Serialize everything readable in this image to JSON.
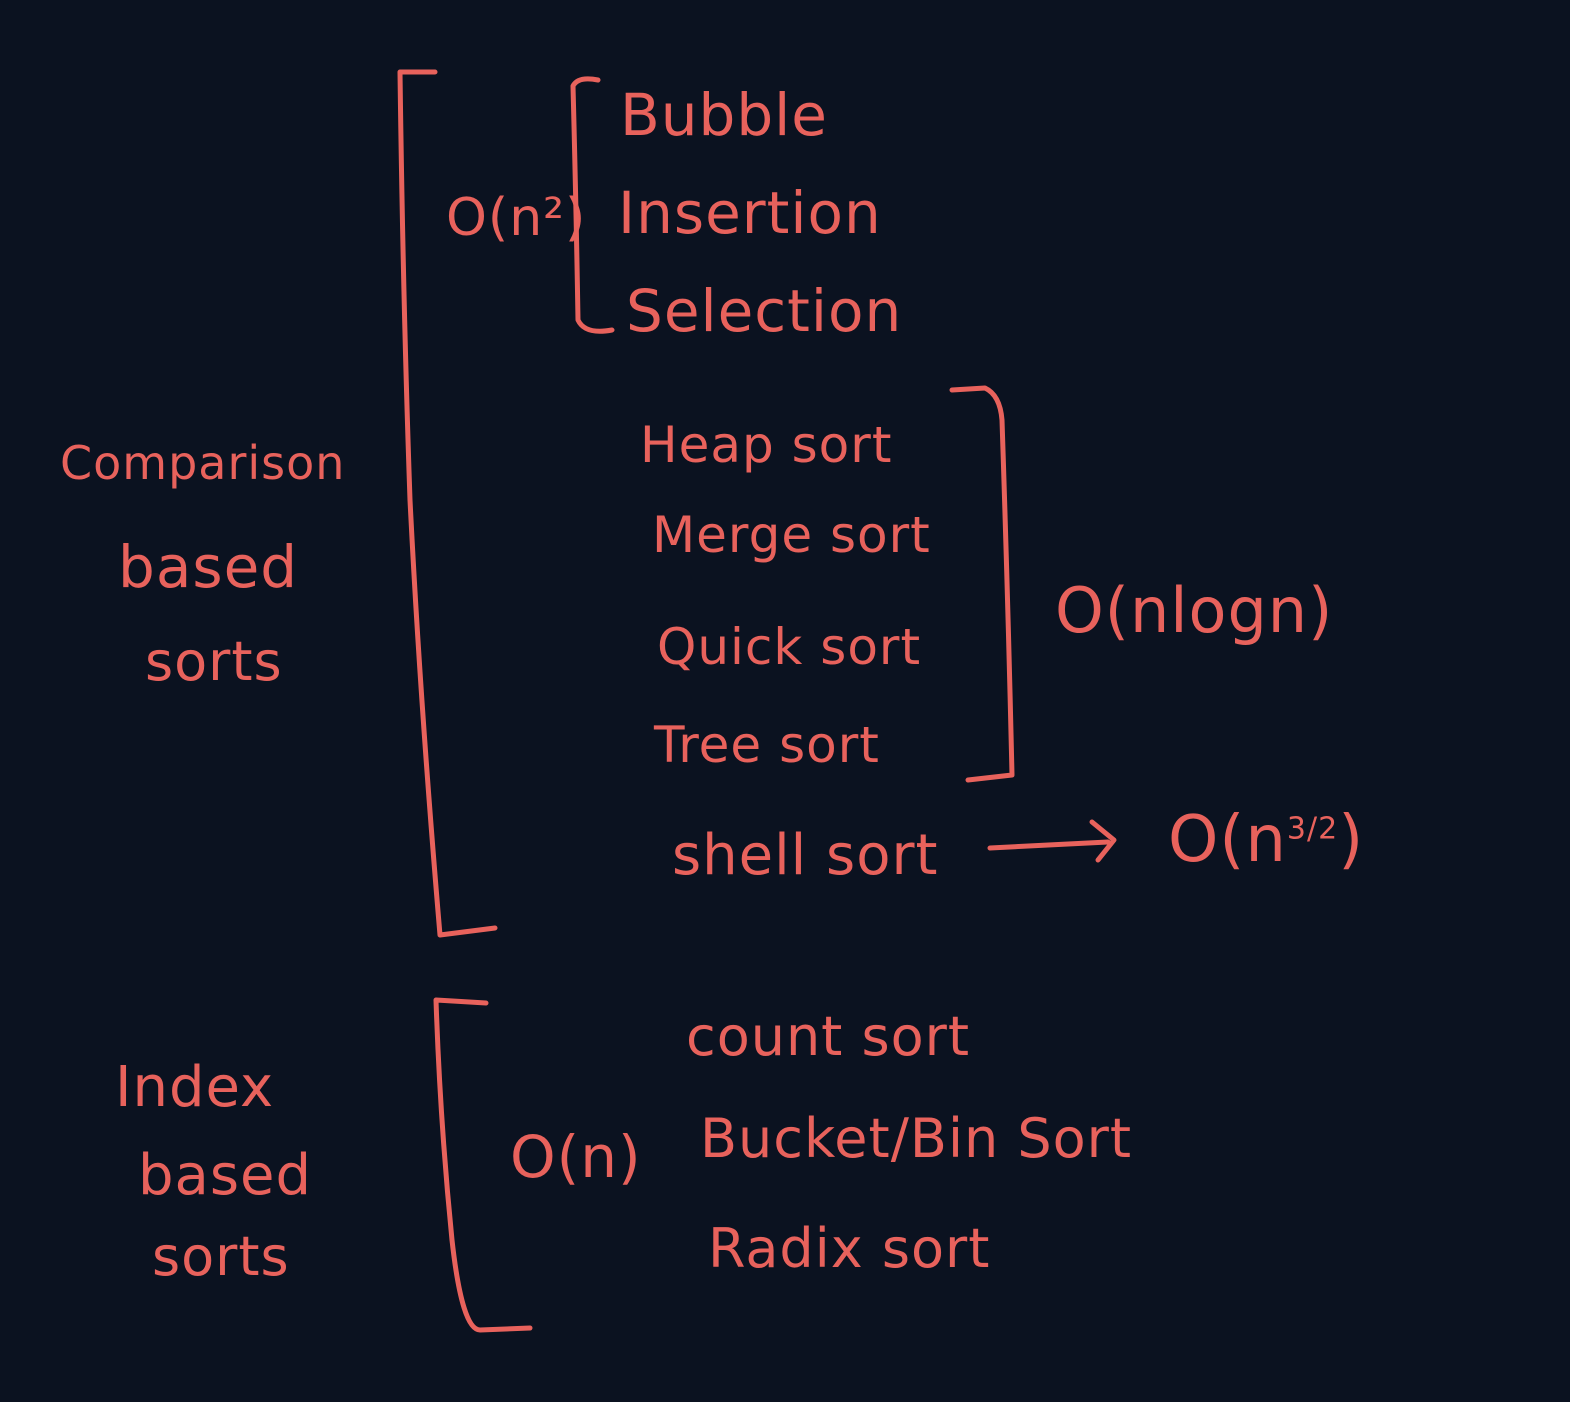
{
  "colors": {
    "background": "#0b1220",
    "ink": "#e8625c"
  },
  "comparison": {
    "label_lines": [
      "Comparison",
      "based",
      "sorts"
    ],
    "quadratic": {
      "complexity": "O(n²)",
      "items": [
        "Bubble",
        "Insertion",
        "Selection"
      ]
    },
    "nlogn": {
      "complexity": "O(nlogn)",
      "items": [
        "Heap sort",
        "Merge sort",
        "Quick sort",
        "Tree sort"
      ]
    },
    "shell": {
      "item": "shell sort",
      "complexity_base": "O(n",
      "complexity_exponent": "3/2",
      "complexity_close": ")"
    }
  },
  "index": {
    "label_lines": [
      "Index",
      "based",
      "sorts"
    ],
    "linear": {
      "complexity": "O(n)",
      "items": [
        "count sort",
        "Bucket/Bin Sort",
        "Radix sort"
      ]
    }
  }
}
